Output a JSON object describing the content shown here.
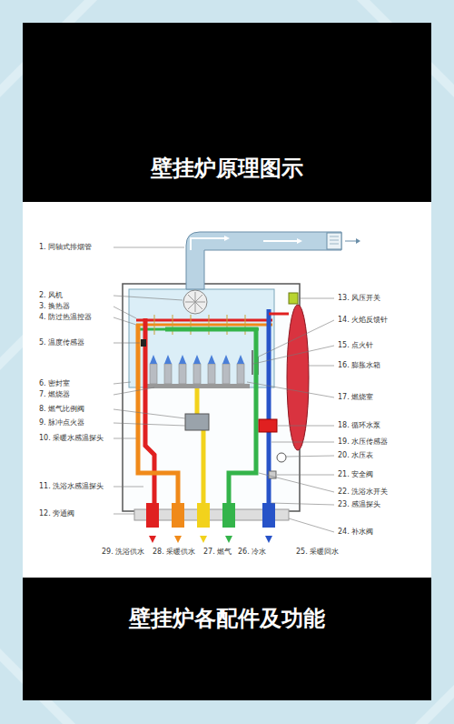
{
  "diagram": {
    "title": "壁挂炉原理图示",
    "caption": "壁挂炉各配件及功能",
    "labels": [
      "1. 同轴式排烟管",
      "2. 风机",
      "3. 换热器",
      "4. 防过热温控器",
      "5. 温度传感器",
      "6. 密封室",
      "7. 燃烧器",
      "8. 燃气比例阀",
      "9. 脉冲点火器",
      "10. 采暖水感温探头",
      "11. 洗浴水感温探头",
      "12. 旁通阀",
      "13. 风压开关",
      "14. 火焰反馈针",
      "15. 点火针",
      "16. 膨胀水箱",
      "17. 燃烧室",
      "18. 循环水泵",
      "19. 水压传感器",
      "20. 水压表",
      "21. 安全阀",
      "22. 洗浴水开关",
      "23. 感温探头",
      "24. 补水阀",
      "25. 采暖回水",
      "26. 冷水",
      "27. 燃气",
      "28. 采暖供水",
      "29. 洗浴供水"
    ]
  }
}
